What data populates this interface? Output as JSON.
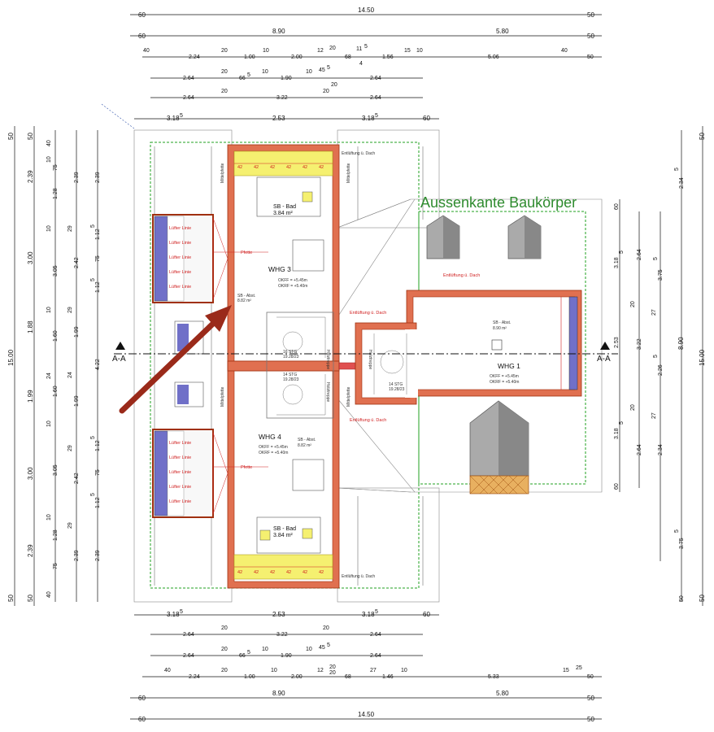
{
  "top_dims": {
    "row1": [
      "60",
      "14.50",
      "50"
    ],
    "row2": [
      "60",
      "8.90",
      "5.80",
      "50"
    ],
    "row3": [
      "40",
      "2.24",
      "20",
      "1.00",
      "10",
      "2.00",
      "12",
      "20",
      "68",
      "11",
      "5",
      "1.56",
      "15",
      "10",
      "5.06",
      "40",
      "50",
      "4"
    ],
    "row4": [
      "2.64",
      "20",
      "66",
      "5",
      "10",
      "1.90",
      "10",
      "45",
      "5",
      "2.64",
      "20"
    ],
    "row5": [
      "2.64",
      "20",
      "3.22",
      "20",
      "2.64"
    ],
    "row6": [
      "3.18",
      "5",
      "2.53",
      "3.18",
      "5",
      "60"
    ]
  },
  "bottom_dims": {
    "row1": [
      "3.18",
      "5",
      "2.53",
      "3.18",
      "5",
      "60"
    ],
    "row2": [
      "2.64",
      "20",
      "3.22",
      "20",
      "2.64"
    ],
    "row3": [
      "2.64",
      "20",
      "66",
      "5",
      "10",
      "1.90",
      "10",
      "45",
      "5",
      "2.64"
    ],
    "row4": [
      "40",
      "2.24",
      "20",
      "1.00",
      "10",
      "2.00",
      "12",
      "20",
      "20",
      "68",
      "27",
      "1.46",
      "10",
      "5.33",
      "15",
      "25",
      "50"
    ],
    "row5": [
      "60",
      "8.90",
      "5.80",
      "50"
    ],
    "row6": [
      "60",
      "14.50",
      "50"
    ]
  },
  "left_dims": {
    "col1": [
      "50",
      "15.00",
      "50"
    ],
    "col2": [
      "50",
      "2.39",
      "3.00",
      "1.88",
      "1.99",
      "3.00",
      "2.39",
      "50"
    ],
    "col3": [
      "40",
      "10",
      "75",
      "1.28",
      "10",
      "3.05",
      "10",
      "1.60",
      "24",
      "1.60",
      "10",
      "3.05",
      "10",
      "1.28",
      "75",
      "40"
    ],
    "col4": [
      "2.39",
      "29",
      "2.42",
      "29",
      "1.99",
      "24",
      "1.99",
      "29",
      "2.42",
      "29",
      "2.39"
    ],
    "col5": [
      "2.39",
      "1.12",
      "5",
      "75",
      "1.12",
      "5",
      "4.22",
      "1.12",
      "5",
      "75",
      "1.12",
      "5",
      "2.39"
    ]
  },
  "right_dims": {
    "col1": [
      "60",
      "3.18",
      "5",
      "2.53",
      "3.18",
      "5",
      "60"
    ],
    "col2": [
      "2.64",
      "20",
      "3.22",
      "20",
      "2.64"
    ],
    "col3": [
      "3.75",
      "5",
      "27",
      "2.26",
      "5",
      "27",
      "2.34"
    ],
    "col4": [
      "2.34",
      "5",
      "8.90",
      "3.75",
      "5",
      "50"
    ],
    "col5": [
      "50",
      "15.00",
      "50"
    ]
  },
  "labels": {
    "aussenkante": "Aussenkante Baukörper",
    "section_left": "A-A",
    "section_right": "A-A",
    "whg3": "WHG 3",
    "whg3_okff": "OKFF = +5.45m",
    "whg3_okrf": "OKRF = +5.40m",
    "whg3_abst": "SB - Abst.",
    "whg3_abst_area": "8.82 m²",
    "whg3_bad": "SB - Bad",
    "whg3_bad_area": "3.84 m²",
    "whg4": "WHG 4",
    "whg4_okff": "OKFF = +5.45m",
    "whg4_okrf": "OKRF = +5.40m",
    "whg4_abst": "SB - Abst.",
    "whg4_abst_area": "8.82 m²",
    "whg4_bad": "SB - Bad",
    "whg4_bad_area": "3.84 m²",
    "whg1": "WHG 1",
    "whg1_okff": "OKFF = +5.45m",
    "whg1_okrf": "OKRF = +5.40m",
    "whg1_abst": "SB - Abst.",
    "whg1_abst_area": "8.90 m²",
    "stg_upper": "16 STG",
    "stg_upper_dim": "19.28/23",
    "stg_lower": "14 STG",
    "stg_lower_dim": "19.28/23",
    "stg_right": "14 STG",
    "stg_right_dim": "19.28/23",
    "holztreppe": "Holztreppe",
    "entlueftung": "Entlüftung ü. Dach",
    "mittelpfette": "Mittelpfette",
    "pfette": "Pfette",
    "luftung": "Lüfter Linie",
    "dim42": "42"
  }
}
